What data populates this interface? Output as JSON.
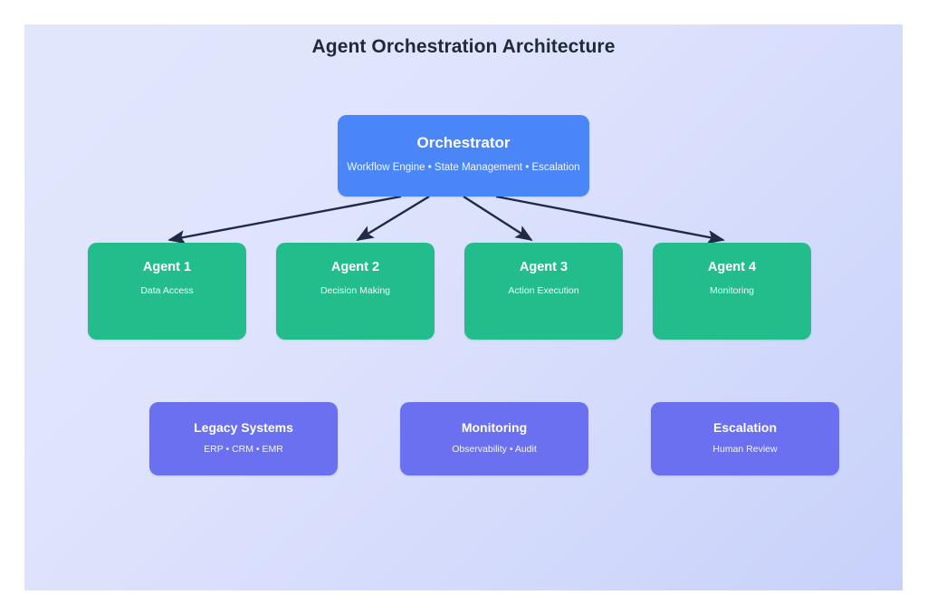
{
  "diagram": {
    "title": "Agent Orchestration Architecture",
    "background_start_color": "#e2e6fd",
    "background_end_color": "#c7d1fa",
    "arrow_color": "#1f2a44"
  },
  "orchestrator": {
    "title": "Orchestrator",
    "subtitle": "Workflow Engine • State Management • Escalation",
    "color": "#4a86f7"
  },
  "agents": {
    "color": "#23bd8b",
    "items": [
      {
        "title": "Agent 1",
        "subtitle": "Data Access"
      },
      {
        "title": "Agent 2",
        "subtitle": "Decision Making"
      },
      {
        "title": "Agent 3",
        "subtitle": "Action Execution"
      },
      {
        "title": "Agent 4",
        "subtitle": "Monitoring"
      }
    ]
  },
  "support": {
    "color": "#6a70ef",
    "items": [
      {
        "title": "Legacy Systems",
        "subtitle": "ERP • CRM • EMR"
      },
      {
        "title": "Monitoring",
        "subtitle": "Observability • Audit"
      },
      {
        "title": "Escalation",
        "subtitle": "Human Review"
      }
    ]
  },
  "connections": [
    {
      "from": "orchestrator",
      "to": "Agent 1"
    },
    {
      "from": "orchestrator",
      "to": "Agent 2"
    },
    {
      "from": "orchestrator",
      "to": "Agent 3"
    },
    {
      "from": "orchestrator",
      "to": "Agent 4"
    }
  ]
}
